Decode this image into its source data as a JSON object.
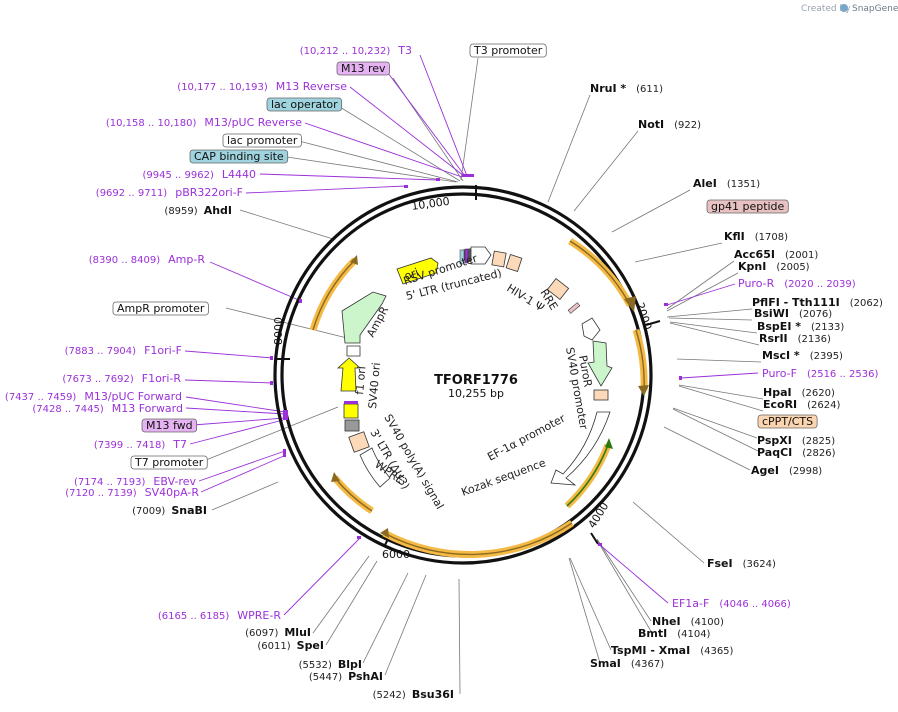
{
  "credit": {
    "prefix": "Created by",
    "brand": "SnapGene"
  },
  "plasmid": {
    "name": "TFORF1776",
    "size": "10,255 bp"
  },
  "ticks": [
    "2000",
    "4000",
    "6000",
    "8000",
    "10,000"
  ],
  "enzymes": [
    {
      "name": "NruI *",
      "pos": "(611)"
    },
    {
      "name": "NotI",
      "pos": "(922)"
    },
    {
      "name": "AleI",
      "pos": "(1351)"
    },
    {
      "name": "KflI",
      "pos": "(1708)"
    },
    {
      "name": "Acc65I",
      "pos": "(2001)"
    },
    {
      "name": "KpnI",
      "pos": "(2005)"
    },
    {
      "name": "PflFI - Tth111I",
      "pos": "(2062)"
    },
    {
      "name": "BsiWI",
      "pos": "(2076)"
    },
    {
      "name": "BspEI *",
      "pos": "(2133)"
    },
    {
      "name": "RsrII",
      "pos": "(2136)"
    },
    {
      "name": "MscI *",
      "pos": "(2395)"
    },
    {
      "name": "HpaI",
      "pos": "(2620)"
    },
    {
      "name": "EcoRI",
      "pos": "(2624)"
    },
    {
      "name": "PspXI",
      "pos": "(2825)"
    },
    {
      "name": "PaqCI",
      "pos": "(2826)"
    },
    {
      "name": "AgeI",
      "pos": "(2998)"
    },
    {
      "name": "FseI",
      "pos": "(3624)"
    },
    {
      "name": "NheI",
      "pos": "(4100)"
    },
    {
      "name": "BmtI",
      "pos": "(4104)"
    },
    {
      "name": "TspMI - XmaI",
      "pos": "(4365)"
    },
    {
      "name": "SmaI",
      "pos": "(4367)"
    },
    {
      "name": "Bsu36I",
      "pos": "(5242)"
    },
    {
      "name": "PshAI",
      "pos": "(5447)"
    },
    {
      "name": "BlpI",
      "pos": "(5532)"
    },
    {
      "name": "SpeI",
      "pos": "(6011)"
    },
    {
      "name": "MluI",
      "pos": "(6097)"
    },
    {
      "name": "SnaBI",
      "pos": "(7009)"
    },
    {
      "name": "AhdI",
      "pos": "(8959)"
    }
  ],
  "primers": [
    {
      "name": "T3",
      "pos": "(10,212 .. 10,232)"
    },
    {
      "name": "M13 Reverse",
      "pos": "(10,177 .. 10,193)"
    },
    {
      "name": "M13/pUC Reverse",
      "pos": "(10,158 .. 10,180)"
    },
    {
      "name": "L4440",
      "pos": "(9945 .. 9962)"
    },
    {
      "name": "pBR322ori-F",
      "pos": "(9692 .. 9711)"
    },
    {
      "name": "Amp-R",
      "pos": "(8390 .. 8409)"
    },
    {
      "name": "F1ori-F",
      "pos": "(7883 .. 7904)"
    },
    {
      "name": "F1ori-R",
      "pos": "(7673 .. 7692)"
    },
    {
      "name": "M13/pUC Forward",
      "pos": "(7437 .. 7459)"
    },
    {
      "name": "M13 Forward",
      "pos": "(7428 .. 7445)"
    },
    {
      "name": "T7",
      "pos": "(7399 .. 7418)"
    },
    {
      "name": "EBV-rev",
      "pos": "(7174 .. 7193)"
    },
    {
      "name": "SV40pA-R",
      "pos": "(7120 .. 7139)"
    },
    {
      "name": "WPRE-R",
      "pos": "(6165 .. 6185)"
    },
    {
      "name": "Puro-R",
      "pos": "(2020 .. 2039)"
    },
    {
      "name": "Puro-F",
      "pos": "(2516 .. 2536)"
    },
    {
      "name": "EF1a-F",
      "pos": "(4046 .. 4066)"
    }
  ],
  "boxes": {
    "t3_promoter": "T3 promoter",
    "m13_rev": "M13 rev",
    "lac_operator": "lac operator",
    "lac_promoter": "lac promoter",
    "cap_site": "CAP binding site",
    "gp41": "gp41 peptide",
    "cppt": "cPPT/CTS",
    "ampr_promoter": "AmpR promoter",
    "m13_fwd": "M13 fwd",
    "t7_promoter": "T7 promoter"
  },
  "features": {
    "ori": "ori",
    "rsv": "RSV promoter",
    "ltr5": "5' LTR (truncated)",
    "hiv": "HIV-1 Ψ",
    "rre": "RRE",
    "ampr": "AmpR",
    "puror": "PuroR",
    "sv40p": "SV40 promoter",
    "f1": "f1 ori",
    "sv40ori": "SV40 ori",
    "sv40pa": "SV40 poly(A) signal",
    "ltr3": "3' LTR (ΔU3)",
    "wpre": "WPRE",
    "ef1a": "EF-1α promoter",
    "kozak": "Kozak sequence"
  },
  "colors": {
    "primer": "#9b30d9",
    "orf": "#f5b945",
    "ori_fill": "#ffff00",
    "green_fill": "#ccf5cc",
    "tan_fill": "#fcd9b8",
    "box_blue": "#9fd3de",
    "box_purple": "#e6b3f2",
    "box_pink": "#e8c2c2",
    "box_peach": "#fbd5b0"
  }
}
